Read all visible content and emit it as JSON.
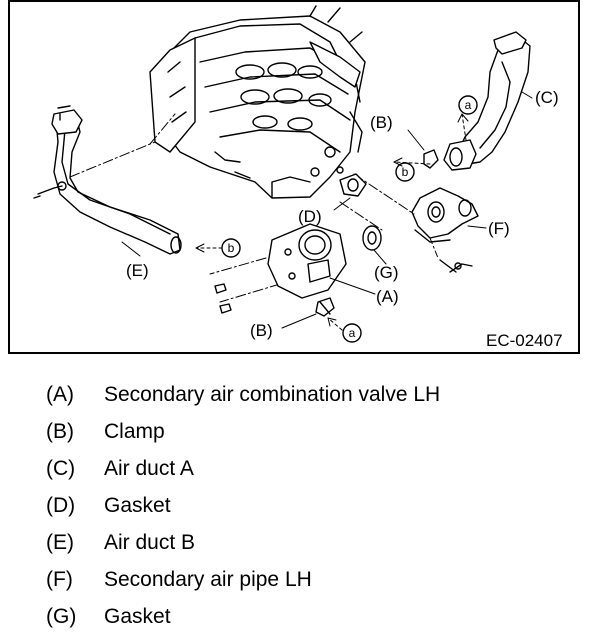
{
  "figure": {
    "id": "EC-02407",
    "callouts": {
      "A": "(A)",
      "B1": "(B)",
      "B2": "(B)",
      "C": "(C)",
      "D": "(D)",
      "E": "(E)",
      "F": "(F)",
      "G": "(G)"
    },
    "markers": {
      "a1": "a",
      "a2": "a",
      "b1": "b",
      "b2": "b"
    }
  },
  "legend": [
    {
      "key": "(A)",
      "text": "Secondary air combination valve LH"
    },
    {
      "key": "(B)",
      "text": "Clamp"
    },
    {
      "key": "(C)",
      "text": "Air duct A"
    },
    {
      "key": "(D)",
      "text": "Gasket"
    },
    {
      "key": "(E)",
      "text": "Air duct B"
    },
    {
      "key": "(F)",
      "text": "Secondary air pipe LH"
    },
    {
      "key": "(G)",
      "text": "Gasket"
    }
  ]
}
